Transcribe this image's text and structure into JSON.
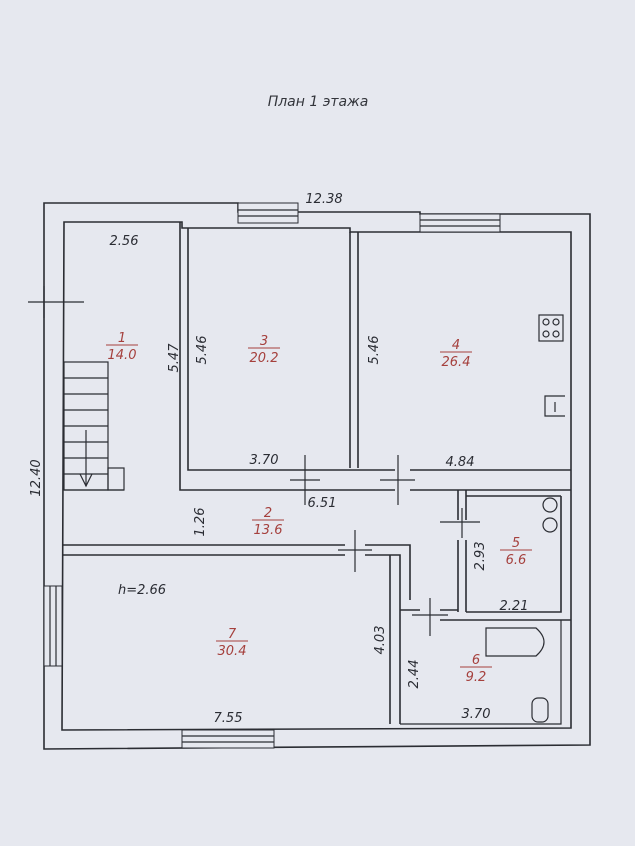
{
  "title": "План 1 этажа",
  "dimensions": {
    "overall_width": "12.38",
    "overall_height": "12.40",
    "room1_width": "2.56",
    "room1_height": "5.47",
    "room3_height": "5.46",
    "room3_width": "3.70",
    "room4_height": "5.46",
    "room4_width": "4.84",
    "hall_width": "6.51",
    "hall_height": "1.26",
    "room5_height": "2.93",
    "room5_width": "2.21",
    "room7_ceiling": "h=2.66",
    "room7_height": "4.03",
    "room7_width": "7.55",
    "room6_height": "2.44",
    "room6_width": "3.70"
  },
  "rooms": [
    {
      "number": "1",
      "area": "14.0"
    },
    {
      "number": "2",
      "area": "13.6"
    },
    {
      "number": "3",
      "area": "20.2"
    },
    {
      "number": "4",
      "area": "26.4"
    },
    {
      "number": "5",
      "area": "6.6"
    },
    {
      "number": "6",
      "area": "9.2"
    },
    {
      "number": "7",
      "area": "30.4"
    }
  ],
  "colors": {
    "paper": "#e6e8ef",
    "line": "#2b2d33",
    "room_label": "#a5403d"
  }
}
